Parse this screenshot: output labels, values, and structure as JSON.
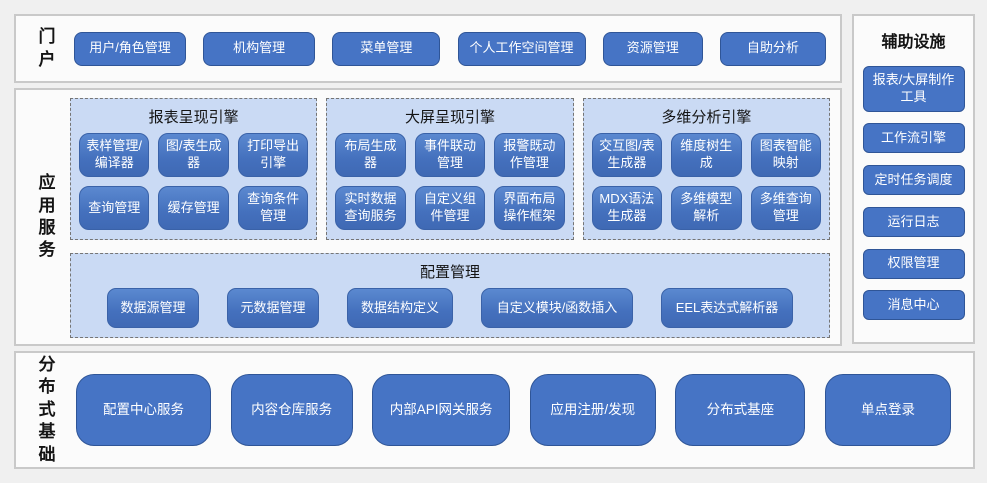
{
  "colors": {
    "accent_blue": "#4674C5",
    "accent_border": "#2F5597",
    "panel_blue": "#CADAF4",
    "section_border": "#C9C9C9"
  },
  "portal": {
    "label": "门户",
    "buttons": [
      "用户/角色管理",
      "机构管理",
      "菜单管理",
      "个人工作空间管理",
      "资源管理",
      "自助分析"
    ]
  },
  "app_services": {
    "label": "应用服务",
    "panels": [
      {
        "title": "报表呈现引擎",
        "buttons": [
          "表样管理/编译器",
          "图/表生成器",
          "打印导出引擎",
          "查询管理",
          "缓存管理",
          "查询条件管理"
        ]
      },
      {
        "title": "大屏呈现引擎",
        "buttons": [
          "布局生成器",
          "事件联动管理",
          "报警既动作管理",
          "实时数据查询服务",
          "自定义组件管理",
          "界面布局操作框架"
        ]
      },
      {
        "title": "多维分析引擎",
        "buttons": [
          "交互图/表生成器",
          "维度树生成",
          "图表智能映射",
          "MDX语法生成器",
          "多维模型解析",
          "多维查询管理"
        ]
      }
    ],
    "config_panel": {
      "title": "配置管理",
      "buttons": [
        "数据源管理",
        "元数据管理",
        "数据结构定义",
        "自定义模块/函数插入",
        "EEL表达式解析器"
      ]
    }
  },
  "distributed": {
    "label": "分布式基础",
    "buttons": [
      "配置中心服务",
      "内容仓库服务",
      "内部API网关服务",
      "应用注册/发现",
      "分布式基座",
      "单点登录"
    ]
  },
  "auxiliary": {
    "title": "辅助设施",
    "buttons": [
      "报表/大屏制作工具",
      "工作流引擎",
      "定时任务调度",
      "运行日志",
      "权限管理",
      "消息中心"
    ]
  }
}
